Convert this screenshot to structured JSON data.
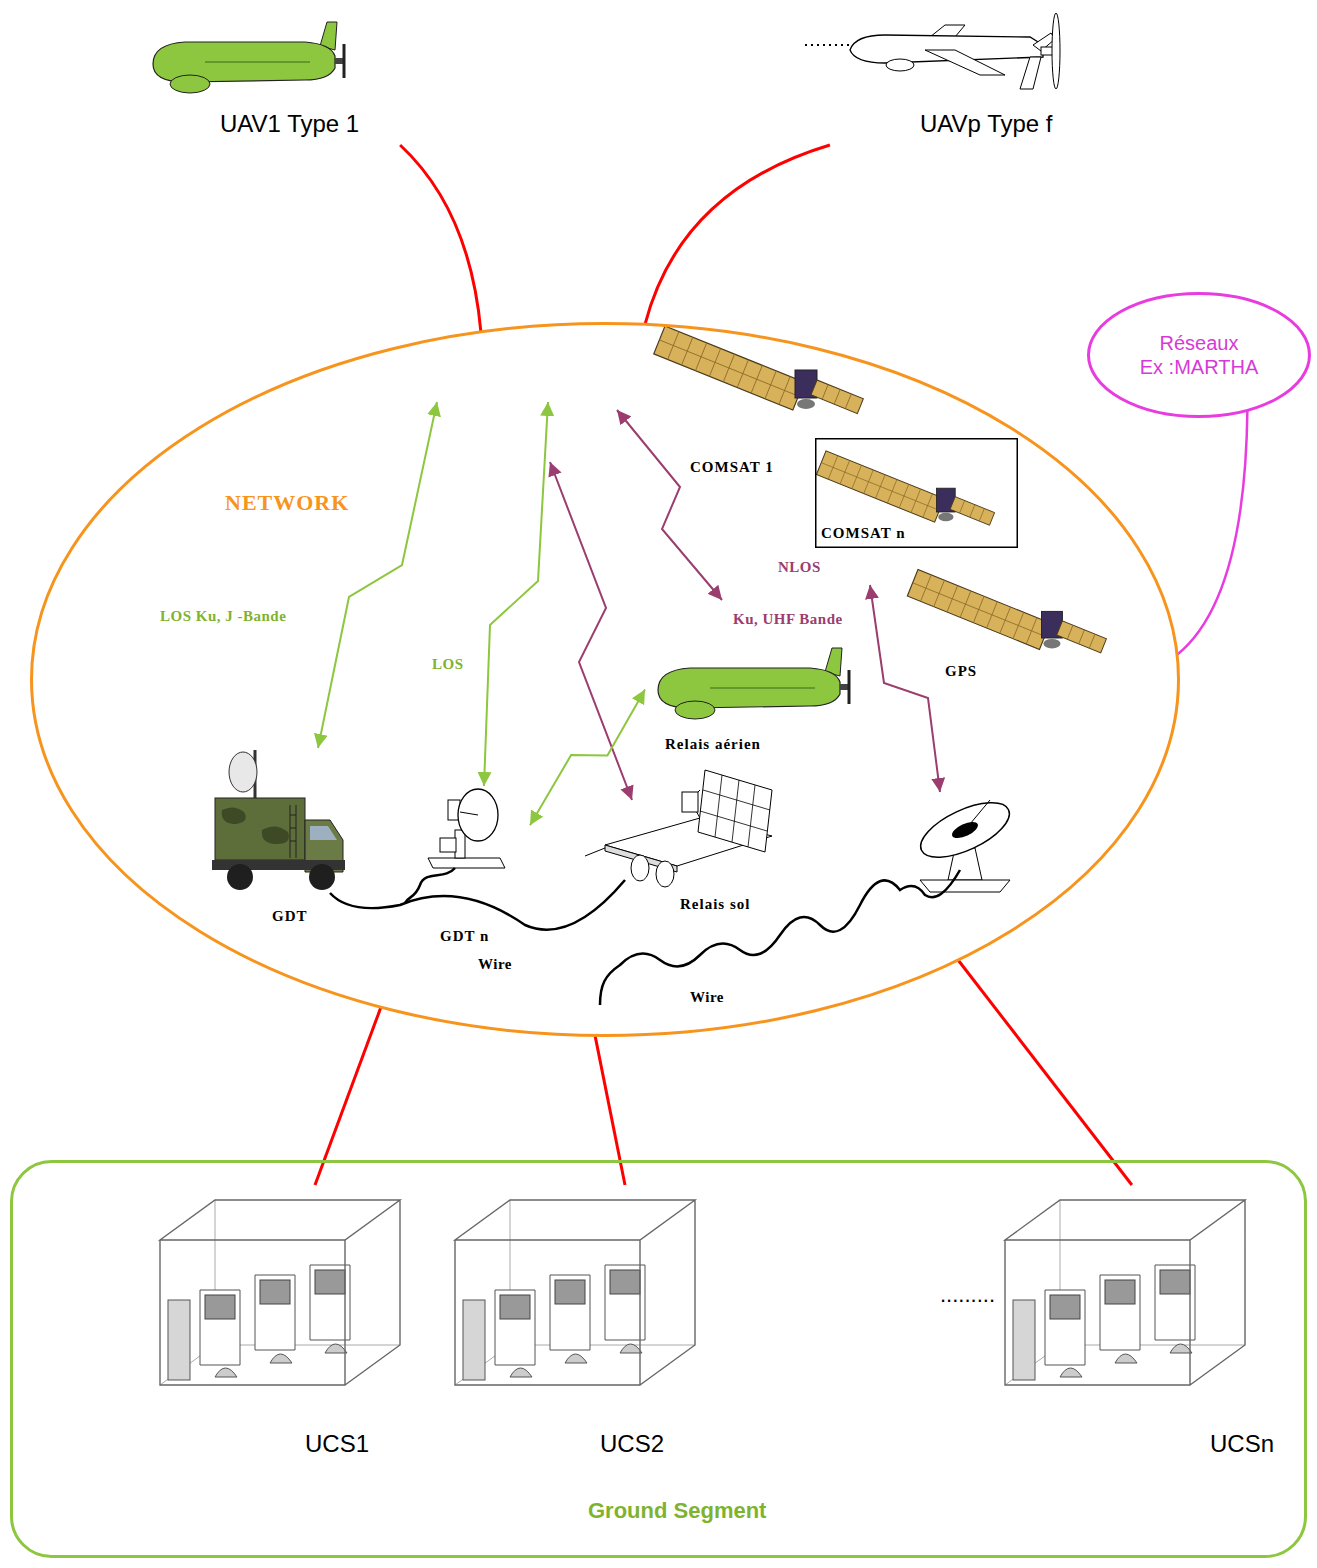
{
  "diagram": {
    "nodes": [
      {
        "text": [
          "UAV1 Type 1"
        ]
      },
      {
        "text": [
          "UAVp Type f"
        ]
      },
      {
        "text": [
          "NETWORK"
        ]
      },
      {
        "text": [
          "COMSAT 1"
        ],
        "in": 2
      },
      {
        "text": [
          "COMSAT n"
        ],
        "in": 2
      },
      {
        "text": [
          "Réseaux",
          "Ex :MARTHA"
        ]
      },
      {
        "text": [
          "GPS"
        ],
        "in": 2
      },
      {
        "text": [
          "Relais aérien"
        ],
        "in": 2
      },
      {
        "text": [
          "GDT"
        ],
        "in": 2
      },
      {
        "text": [
          "GDT n"
        ],
        "in": 2
      },
      {
        "text": [
          "Relais sol"
        ],
        "in": 2
      },
      {
        "text": [
          "Ground Segment"
        ]
      },
      {
        "text": [
          "UCS1"
        ],
        "in": 11
      },
      {
        "text": [
          "UCS2"
        ],
        "in": 11
      },
      {
        "text": [
          "UCSn"
        ],
        "in": 11
      }
    ],
    "edges": [
      {
        "from": 0,
        "to": 2,
        "arrow": "none"
      },
      {
        "from": 1,
        "to": 2,
        "arrow": "none"
      },
      {
        "from": 5,
        "to": 2,
        "arrow": "none"
      },
      {
        "from": 9,
        "to": 7,
        "arrow": "both"
      },
      {
        "from": 2,
        "to": 12,
        "arrow": "none"
      },
      {
        "from": 2,
        "to": 13,
        "arrow": "none"
      },
      {
        "from": 2,
        "to": 14,
        "arrow": "none"
      }
    ],
    "labels": [
      "LOS Ku, J -Bande",
      "LOS",
      "NLOS",
      "Ku, UHF Bande",
      "Wire",
      "Wire",
      "........."
    ]
  }
}
